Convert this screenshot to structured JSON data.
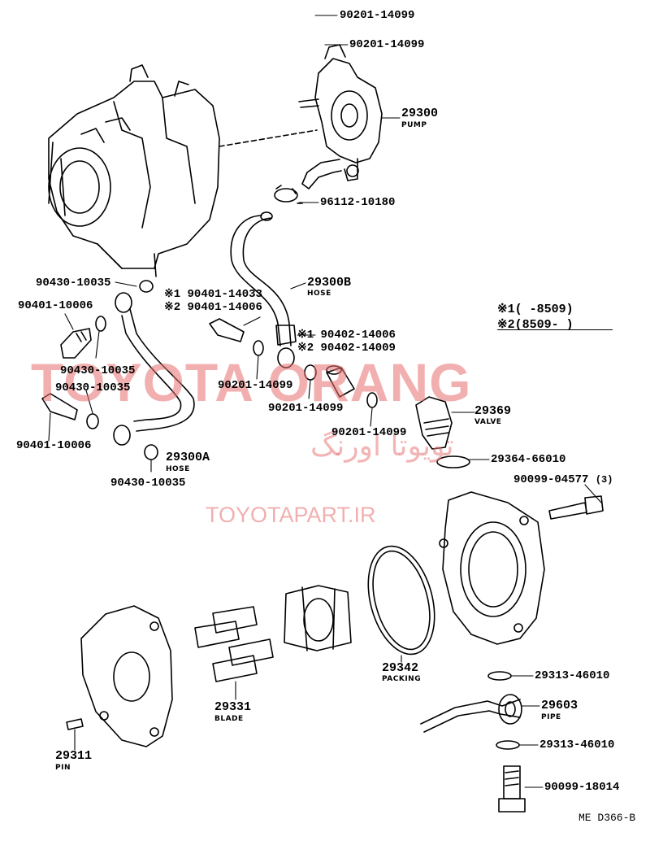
{
  "watermark": {
    "brand": "TOYOTA ORANG",
    "brand_fa": "تویوتا اورنگ",
    "site": "TOYOTAPART.IR"
  },
  "legend": {
    "line1": "※1(     -8509)",
    "line2": "※2(8509-     )"
  },
  "figure_code": "ME D366-B",
  "labels": {
    "w_top1": "90201-14099",
    "w_top2": "90201-14099",
    "pump_pn": "29300",
    "pump_cap": "PUMP",
    "clamp": "96112-10180",
    "hose_b_pn": "29300B",
    "hose_b_cap": "HOSE",
    "g_left_top": "90430-10035",
    "bolt_a": "※1 90401-14033",
    "bolt_b": "※2 90401-14006",
    "bolt_left1": "90401-10006",
    "union_a": "※1  90402-14006",
    "union_b": "※2  90402-14009",
    "g_left_mid": "90430-10035",
    "g_left_mid2": "90430-10035",
    "w_mid1": "90201-14099",
    "w_mid2": "90201-14099",
    "w_mid3": "90201-14099",
    "valve_pn": "29369",
    "valve_cap": "VALVE",
    "bolt_left2": "90401-10006",
    "hose_a_pn": "29300A",
    "hose_a_cap": "HOSE",
    "g_left_bot": "90430-10035",
    "gasket_valve": "29364-66010",
    "bolt_cover": "90099-04577",
    "bolt_cover_qty": "(3)",
    "packing_pn": "29342",
    "packing_cap": "PACKING",
    "w_pipe1": "29313-46010",
    "pipe_pn": "29603",
    "pipe_cap": "PIPE",
    "blade_pn": "29331",
    "blade_cap": "BLADE",
    "w_pipe2": "29313-46010",
    "pin_pn": "29311",
    "pin_cap": "PIN",
    "union_bolt": "90099-18014"
  }
}
